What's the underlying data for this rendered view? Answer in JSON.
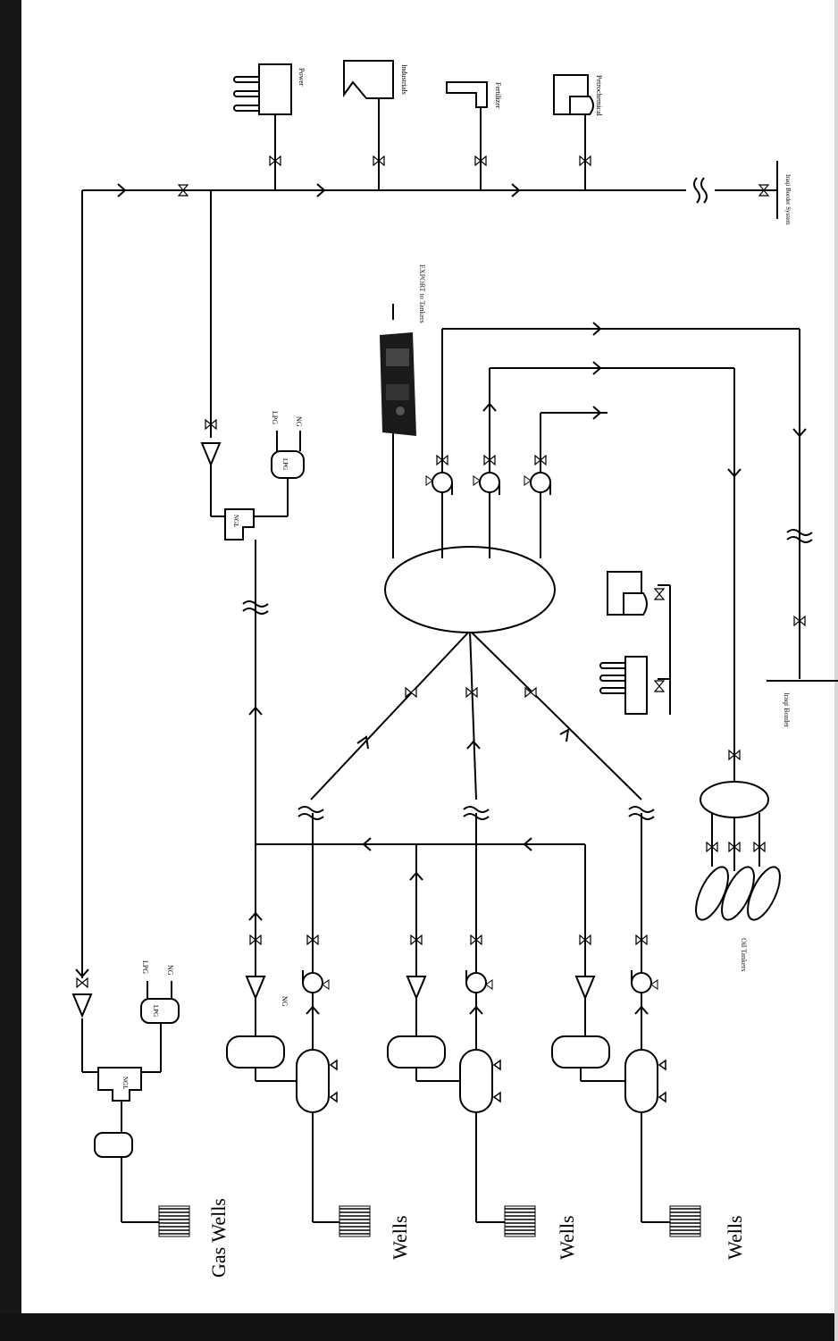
{
  "labels": {
    "gas_wells": "Gas Wells",
    "wells": "Wells",
    "ngl": "NGL",
    "lpg": "LPG",
    "ng": "NG",
    "power": "Power",
    "industrials": "Industrials",
    "fertilizer": "Fertilizer",
    "petrochemical": "Petrochemical",
    "gas_border": "Iraqi Border System",
    "export": "EXPORT to Tankers",
    "oil_tankers": "Oil Tankers",
    "iraqi_border": "Iraqi Border"
  },
  "colors": {
    "line": "#000000",
    "frame": "#161616",
    "background": "#ffffff"
  }
}
